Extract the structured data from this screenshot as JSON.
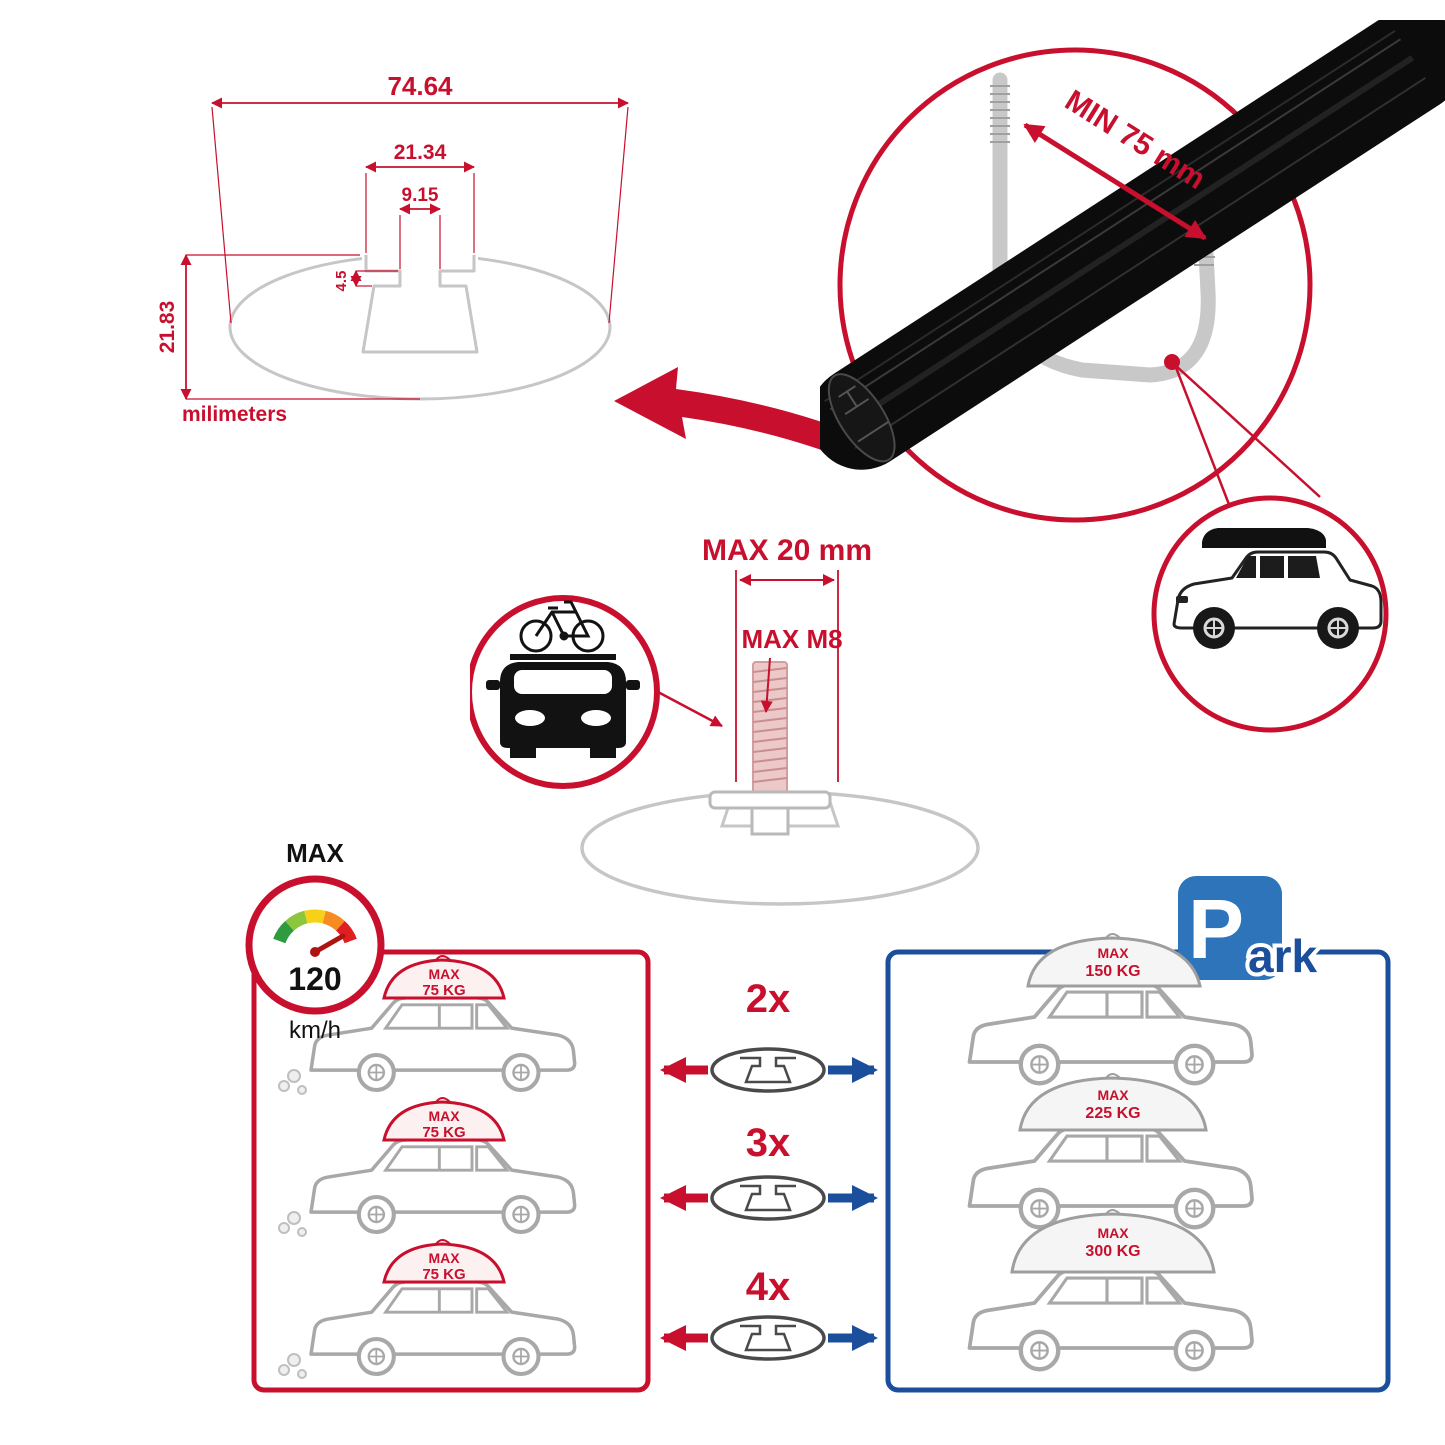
{
  "colors": {
    "accent_red": "#c8102e",
    "accent_blue": "#1b4f9c",
    "sign_blue": "#2d74ba",
    "profile_gray": "#c6c6c6",
    "bar_black": "#111111"
  },
  "dimensions": {
    "total_width": "74.64",
    "upper_width": "21.34",
    "slot_width": "9.15",
    "step_depth": "4.5",
    "profile_height": "21.83",
    "unit": "milimeters"
  },
  "clamp_note": {
    "label": "MIN 75 mm"
  },
  "bolt_note": {
    "length": "MAX 20 mm",
    "thread": "MAX M8"
  },
  "speed": {
    "title": "MAX",
    "value": "120",
    "unit": "km/h"
  },
  "park": {
    "big_letter": "P",
    "suffix": "ark"
  },
  "comparison": {
    "rows": [
      {
        "multiplier": "2x",
        "left": {
          "line1": "MAX",
          "line2": "75 KG"
        },
        "right": {
          "line1": "MAX",
          "line2": "150 KG"
        }
      },
      {
        "multiplier": "3x",
        "left": {
          "line1": "MAX",
          "line2": "75 KG"
        },
        "right": {
          "line1": "MAX",
          "line2": "225 KG"
        }
      },
      {
        "multiplier": "4x",
        "left": {
          "line1": "MAX",
          "line2": "75 KG"
        },
        "right": {
          "line1": "MAX",
          "line2": "300 KG"
        }
      }
    ]
  },
  "pictograms": [
    "crossbar-profile-drawing",
    "crossbar-3d-render",
    "clamp-hook",
    "suv-with-roofbox",
    "car-front-with-bike",
    "hex-bolt",
    "speedometer-gauge",
    "park-sign",
    "car-side",
    "cargo-bag"
  ]
}
